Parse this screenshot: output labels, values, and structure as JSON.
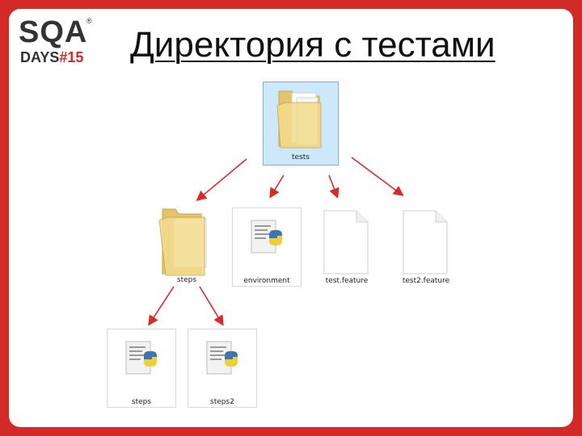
{
  "logo": {
    "top": "SQA",
    "registered": "®",
    "bottom_days": "DAYS",
    "bottom_num": "#15"
  },
  "title": "Директория с тестами",
  "tree": {
    "root": {
      "label": "tests",
      "icon": "folder-icon"
    },
    "children": [
      {
        "label": "steps",
        "icon": "folder-icon"
      },
      {
        "label": "environment",
        "icon": "python-file-icon"
      },
      {
        "label": "test.feature",
        "icon": "file-icon"
      },
      {
        "label": "test2.feature",
        "icon": "file-icon"
      }
    ],
    "grandchildren": [
      {
        "label": "steps",
        "icon": "python-file-icon"
      },
      {
        "label": "steps2",
        "icon": "python-file-icon"
      }
    ]
  },
  "colors": {
    "frame": "#d22a27",
    "arrow": "#d62b27",
    "selection": "#cde8fb"
  }
}
